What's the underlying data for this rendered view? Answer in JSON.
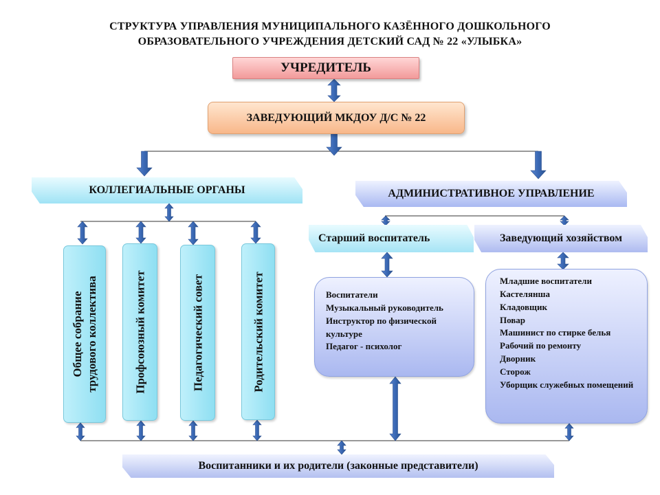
{
  "title": {
    "line1": "СТРУКТУРА УПРАВЛЕНИЯ МУНИЦИПАЛЬНОГО КАЗЁННОГО ДОШКОЛЬНОГО",
    "line2": "ОБРАЗОВАТЕЛЬНОГО УЧРЕЖДЕНИЯ ДЕТСКИЙ САД № 22 «УЛЫБКА»"
  },
  "founder": "УЧРЕДИТЕЛЬ",
  "head": "ЗАВЕДУЮЩИЙ МКДОУ Д/С № 22",
  "collegial": {
    "label": "КОЛЛЕГИАЛЬНЫЕ ОРГАНЫ",
    "bodies": [
      {
        "line1": "Общее собрание",
        "line2": "трудового  коллектива"
      },
      {
        "line1": "Профсоюзный  комитет"
      },
      {
        "line1": "Педагогический совет"
      },
      {
        "line1": "Родительский  комитет"
      }
    ]
  },
  "admin": {
    "label": "АДМИНИСТРАТИВНОЕ УПРАВЛЕНИЕ",
    "senior": {
      "label": "Старший воспитатель",
      "staff": [
        "Воспитатели",
        "Музыкальный руководитель",
        "Инструктор  по физической культуре",
        "Педагог - психолог"
      ]
    },
    "econ": {
      "label": "Заведующий хозяйством",
      "staff": [
        "Младшие воспитатели",
        "Кастелянша",
        "Кладовщик",
        "Повар",
        "Машинист по стирке белья",
        "Рабочий по ремонту",
        "Дворник",
        "Сторож",
        "Уборщик  служебных помещений"
      ]
    }
  },
  "pupils": "Воспитанники и их родители (законные представители)",
  "colors": {
    "arrow": "#3e6db8",
    "arrow_edge": "#2a4f8f",
    "line": "#333333"
  }
}
